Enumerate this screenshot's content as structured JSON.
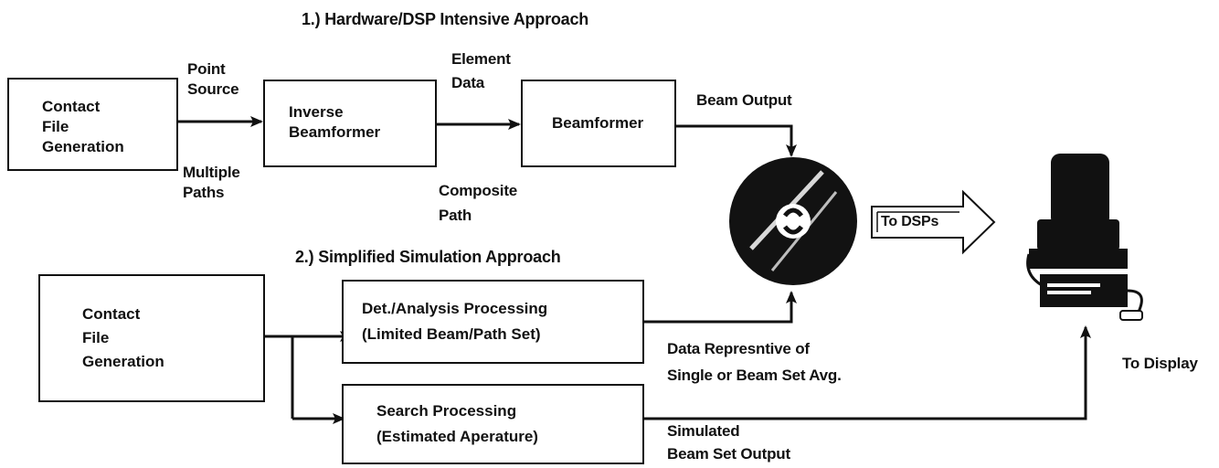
{
  "approach1": {
    "title": "1.) Hardware/DSP Intensive Approach",
    "contact_box": {
      "line1": "Contact",
      "line2": "File",
      "line3": "Generation"
    },
    "point_source": {
      "line1": "Point",
      "line2": "Source"
    },
    "multiple_paths": {
      "line1": "Multiple",
      "line2": "Paths"
    },
    "inverse_box": {
      "line1": "Inverse",
      "line2": "Beamformer"
    },
    "element_data": {
      "line1": "Element",
      "line2": "Data"
    },
    "composite_path": {
      "line1": "Composite",
      "line2": "Path"
    },
    "beamformer_box": {
      "label": "Beamformer"
    },
    "beam_output": "Beam Output"
  },
  "approach2": {
    "title": "2.) Simplified Simulation Approach",
    "contact_box": {
      "line1": "Contact",
      "line2": "File",
      "line3": "Generation"
    },
    "det_box": {
      "line1": "Det./Analysis Processing",
      "line2": "(Limited Beam/Path Set)"
    },
    "search_box": {
      "line1": "Search Processing",
      "line2": "(Estimated Aperature)"
    },
    "data_rep": {
      "line1": "Data Represntive of",
      "line2": "Single or Beam Set Avg."
    },
    "simulated": {
      "line1": "Simulated",
      "line2": "Beam Set Output"
    }
  },
  "to_dsps": "To DSPs",
  "to_display": "To Display",
  "icons": {
    "storage": "disk-icon",
    "computer": "computer-workstation-icon"
  }
}
